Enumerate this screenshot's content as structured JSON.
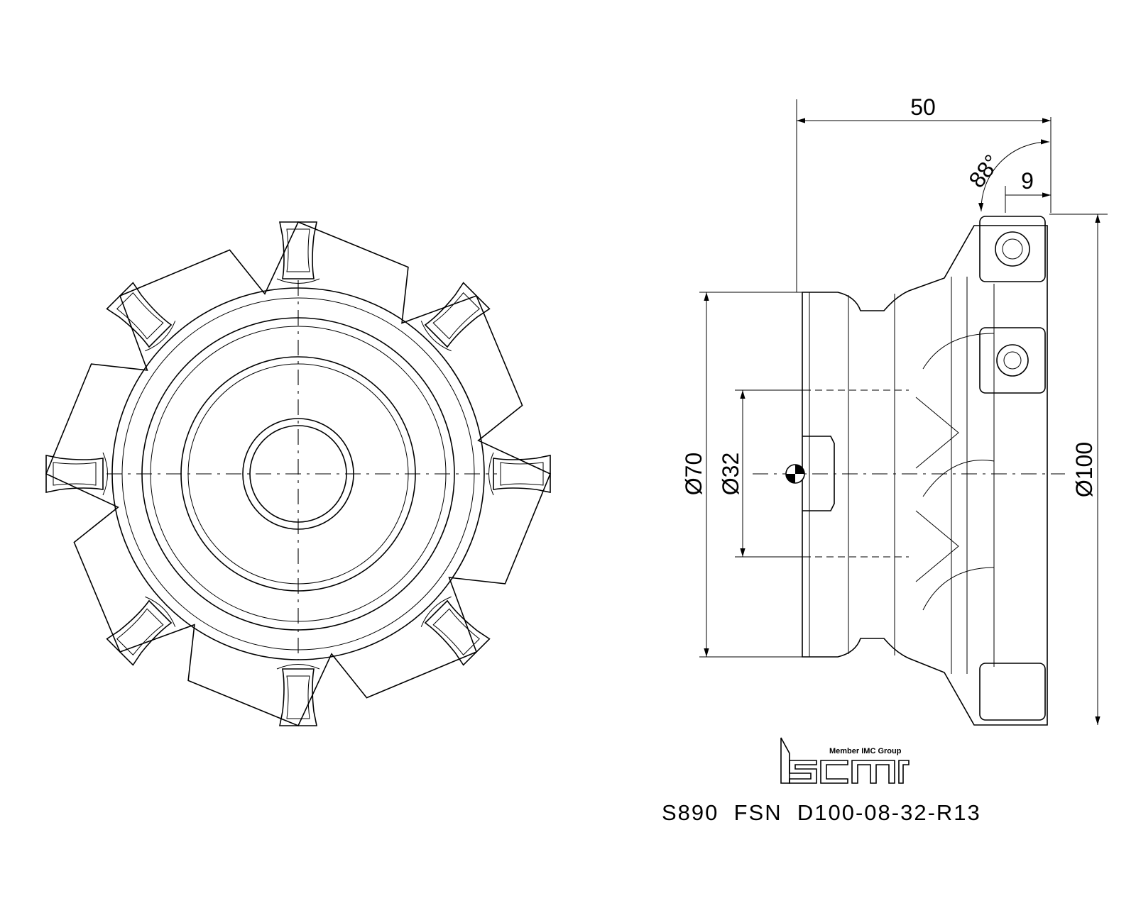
{
  "dimensions": {
    "overall_length": "50",
    "lead_angle": "88°",
    "insert_offset": "9",
    "body_diameter": "Ø70",
    "bore_diameter": "Ø32",
    "cutter_diameter": "Ø100"
  },
  "logo": {
    "wordmark": "iscar",
    "member_text": "Member IMC Group"
  },
  "model_code": "S890  FSN  D100-08-32-R13",
  "teeth_count": 8
}
